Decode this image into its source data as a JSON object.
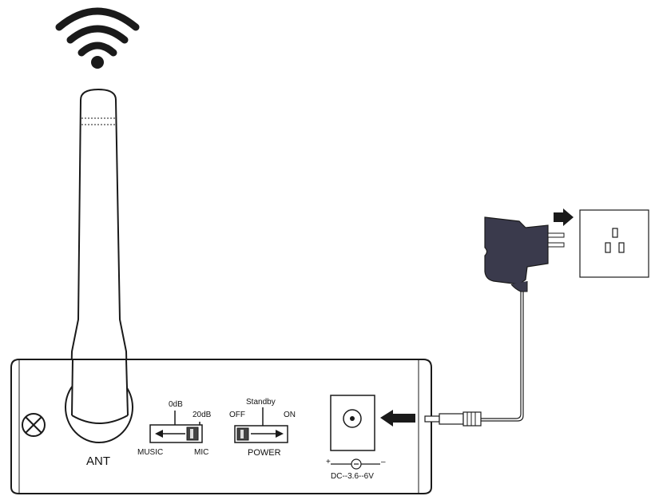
{
  "labels": {
    "ant": "ANT",
    "gain_0db": "0dB",
    "gain_20db": "20dB",
    "music": "MUSIC",
    "mic": "MIC",
    "standby": "Standby",
    "off": "OFF",
    "on": "ON",
    "power": "POWER",
    "polarity_plus": "+",
    "polarity_minus": "–",
    "dc_spec": "DC--3.6--6V"
  },
  "colors": {
    "outline": "#1a1a1a",
    "adapter_body": "#3a3a4c",
    "arrow_fill": "#1a1a1a",
    "background": "#ffffff"
  },
  "icons": {
    "wifi": "wifi-icon",
    "screw": "screw-cross-icon",
    "arrow_plug": "arrow-right-icon",
    "arrow_jack": "arrow-left-icon"
  }
}
